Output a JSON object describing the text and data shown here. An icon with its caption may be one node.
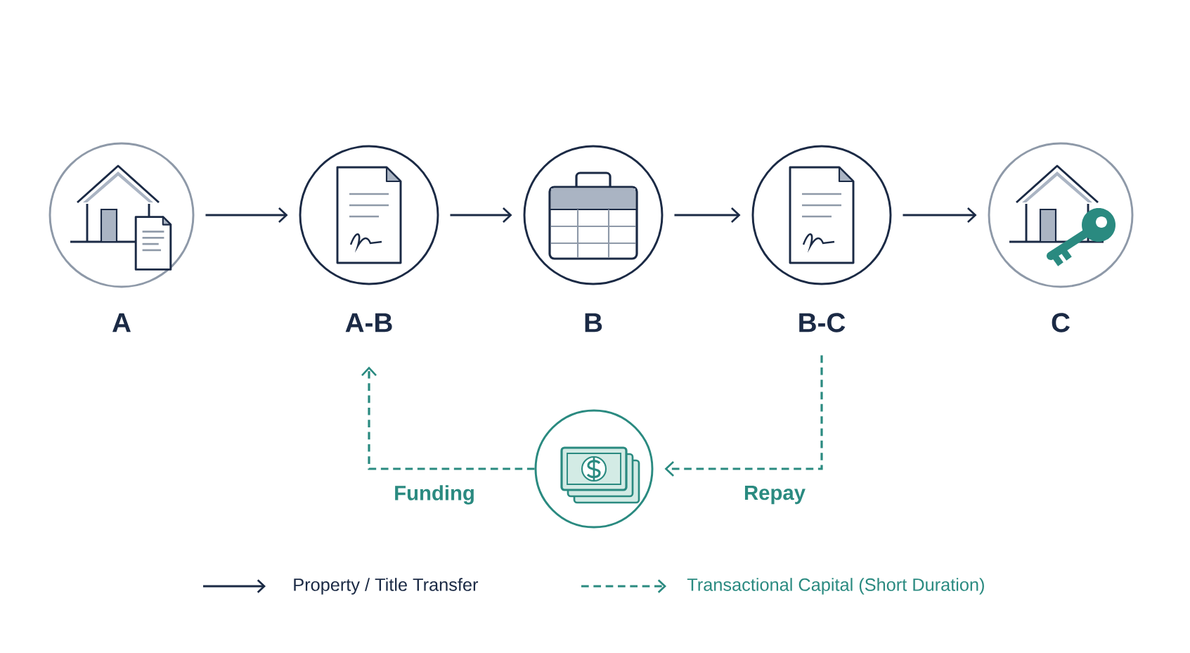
{
  "diagram": {
    "nodes": [
      {
        "text": [
          "A"
        ]
      },
      {
        "text": [
          "A-B"
        ]
      },
      {
        "text": [
          "B"
        ]
      },
      {
        "text": [
          "B-C"
        ]
      },
      {
        "text": [
          "C"
        ]
      },
      {
        "text": [],
        "shape": "circle"
      }
    ],
    "edges": [
      {
        "from": 0,
        "to": 1,
        "arrow": "to"
      },
      {
        "from": 1,
        "to": 2,
        "arrow": "to"
      },
      {
        "from": 2,
        "to": 3,
        "arrow": "to"
      },
      {
        "from": 3,
        "to": 4,
        "arrow": "to"
      },
      {
        "from": 3,
        "to": 5,
        "arrow": "to",
        "label": "Repay",
        "style": "dashed",
        "color": "#2a8a80"
      },
      {
        "from": 5,
        "to": 1,
        "arrow": "to",
        "label": "Funding",
        "style": "dashed",
        "color": "#2a8a80"
      }
    ],
    "legend": [
      {
        "text": "Property / Title Transfer"
      },
      {
        "text": "Transactional Capital (Short Duration)"
      }
    ]
  }
}
